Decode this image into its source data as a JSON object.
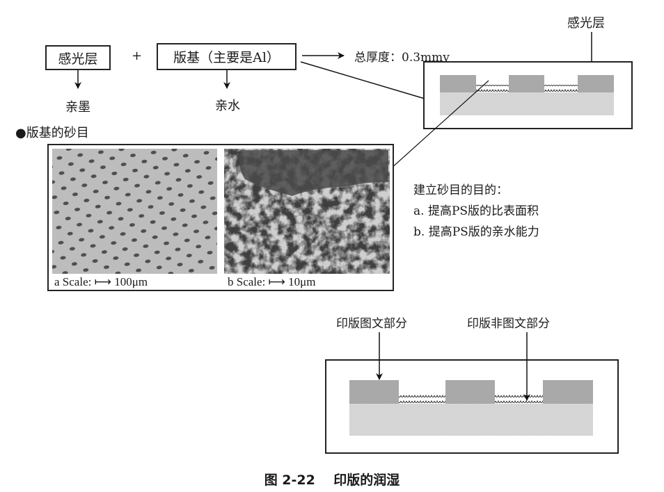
{
  "top": {
    "photosensitive_box": "感光层",
    "plus": "+",
    "base_box": "版基（主要是Al）",
    "photosensitive_property": "亲墨",
    "base_property": "亲水",
    "thickness": "总厚度：0.3mmv",
    "photosensitive_label": "感光层"
  },
  "grain": {
    "heading": "●版基的砂目",
    "photo_a_caption": "a  Scale: ⟼ 100μm",
    "photo_b_caption": "b  Scale: ⟼ 10μm"
  },
  "purpose": {
    "title": "建立砂目的目的：",
    "items": [
      "a. 提高PS版的比表面积",
      "b. 提高PS版的亲水能力"
    ]
  },
  "bottom": {
    "image_label": "印版图文部分",
    "nonimage_label": "印版非图文部分"
  },
  "figure_caption": "图 2-22    印版的润湿",
  "colors": {
    "block": "#a9a9a9",
    "base": "#d9d9d9",
    "line": "#222222"
  }
}
